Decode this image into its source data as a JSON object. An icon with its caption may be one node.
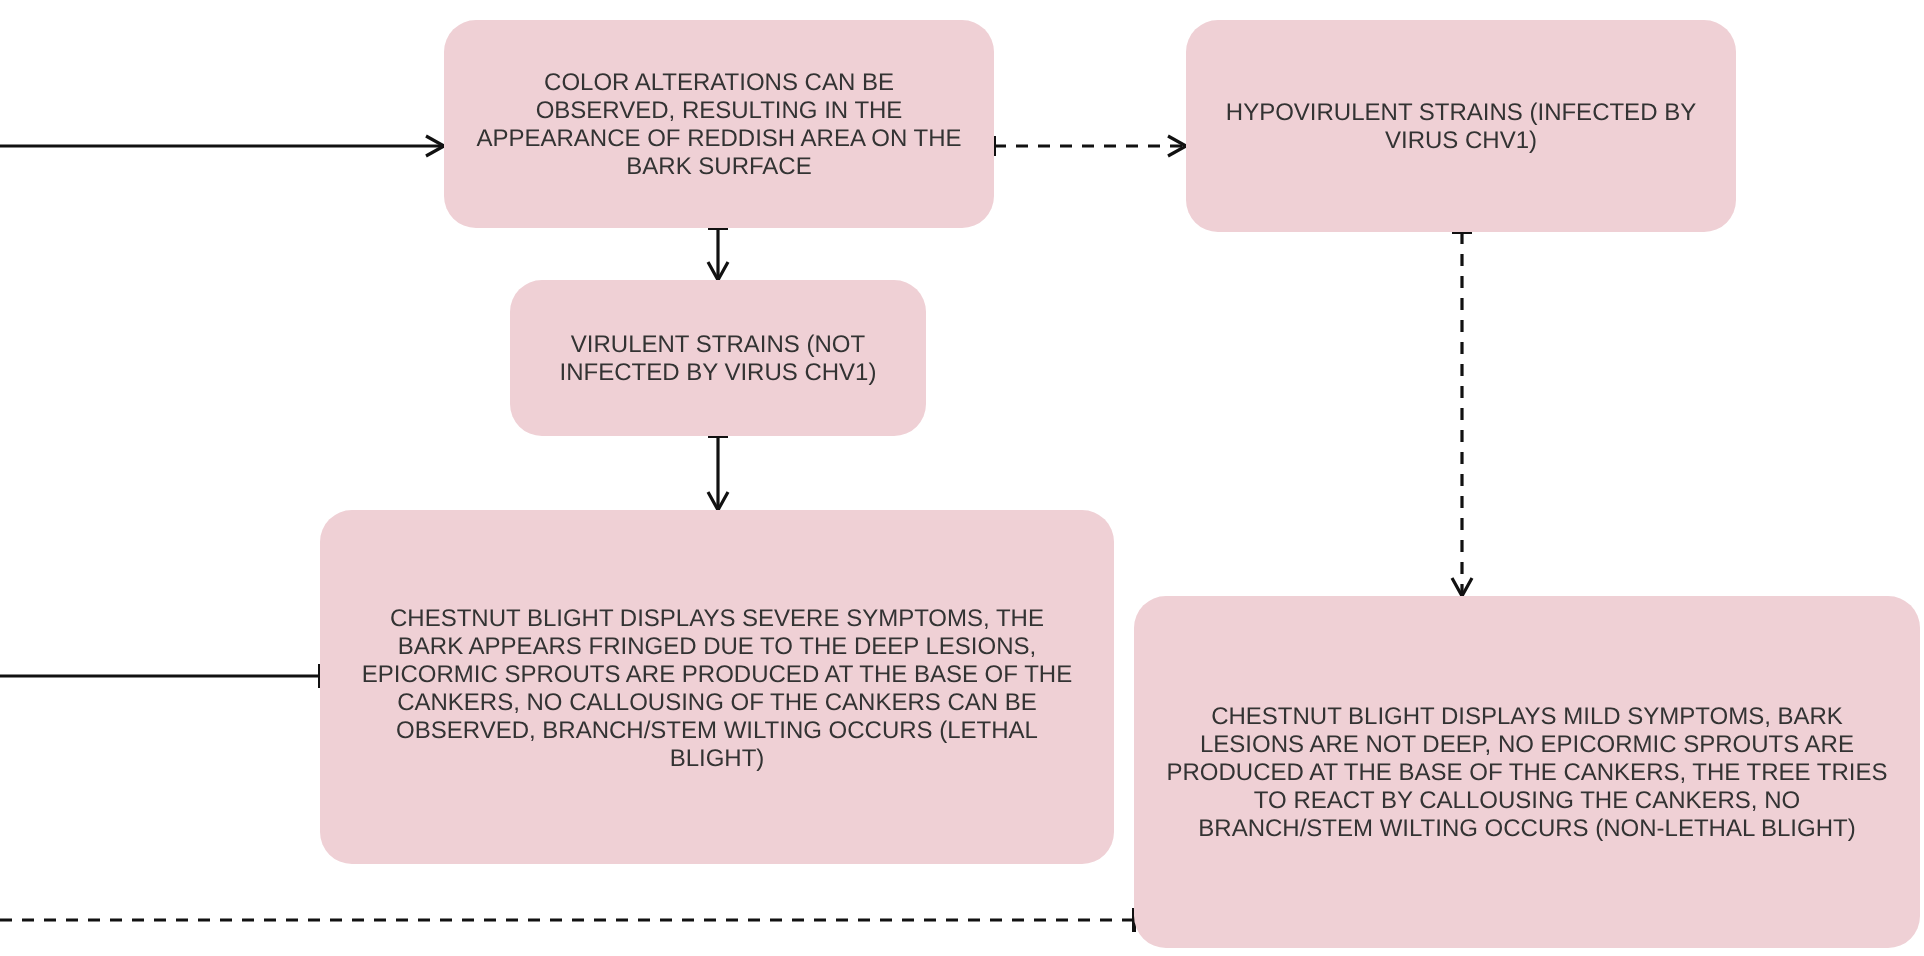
{
  "diagram": {
    "nodes": [
      {
        "text": [
          "COLOR ALTERATIONS CAN BE OBSERVED,  RESULTING IN THE APPEARANCE OF REDDISH AREA ON THE BARK SURFACE"
        ]
      },
      {
        "text": [
          "HYPOVIRULENT STRAINS (INFECTED BY VIRUS CHV1)"
        ]
      },
      {
        "text": [
          "VIRULENT STRAINS (NOT INFECTED BY VIRUS CHV1)"
        ]
      },
      {
        "text": [
          "CHESTNUT BLIGHT DISPLAYS SEVERE SYMPTOMS, THE BARK APPEARS FRINGED DUE TO THE DEEP LESIONS, EPICORMIC SPROUTS ARE PRODUCED AT THE BASE OF THE CANKERS, NO CALLOUSING OF THE CANKERS CAN BE OBSERVED, BRANCH/STEM WILTING OCCURS (LETHAL BLIGHT)"
        ]
      },
      {
        "text": [
          "CHESTNUT BLIGHT DISPLAYS MILD SYMPTOMS, BARK LESIONS ARE NOT DEEP, NO EPICORMIC SPROUTS ARE PRODUCED AT THE BASE OF THE CANKERS, THE TREE TRIES TO REACT BY CALLOUSING THE CANKERS, NO BRANCH/STEM WILTING OCCURS (NON-LETHAL BLIGHT)"
        ]
      }
    ],
    "edges": [
      {
        "from": null,
        "to": 0,
        "arrow": "to"
      },
      {
        "from": 0,
        "to": 2,
        "arrow": "to"
      },
      {
        "from": 2,
        "to": 3,
        "arrow": "to"
      },
      {
        "from": 0,
        "to": 1,
        "arrow": "to",
        "style": "dashed"
      },
      {
        "from": 1,
        "to": 4,
        "arrow": "to",
        "style": "dashed"
      },
      {
        "from": null,
        "to": 3,
        "arrow": "other"
      },
      {
        "from": null,
        "to": 4,
        "arrow": "other",
        "style": "dashed"
      }
    ]
  }
}
